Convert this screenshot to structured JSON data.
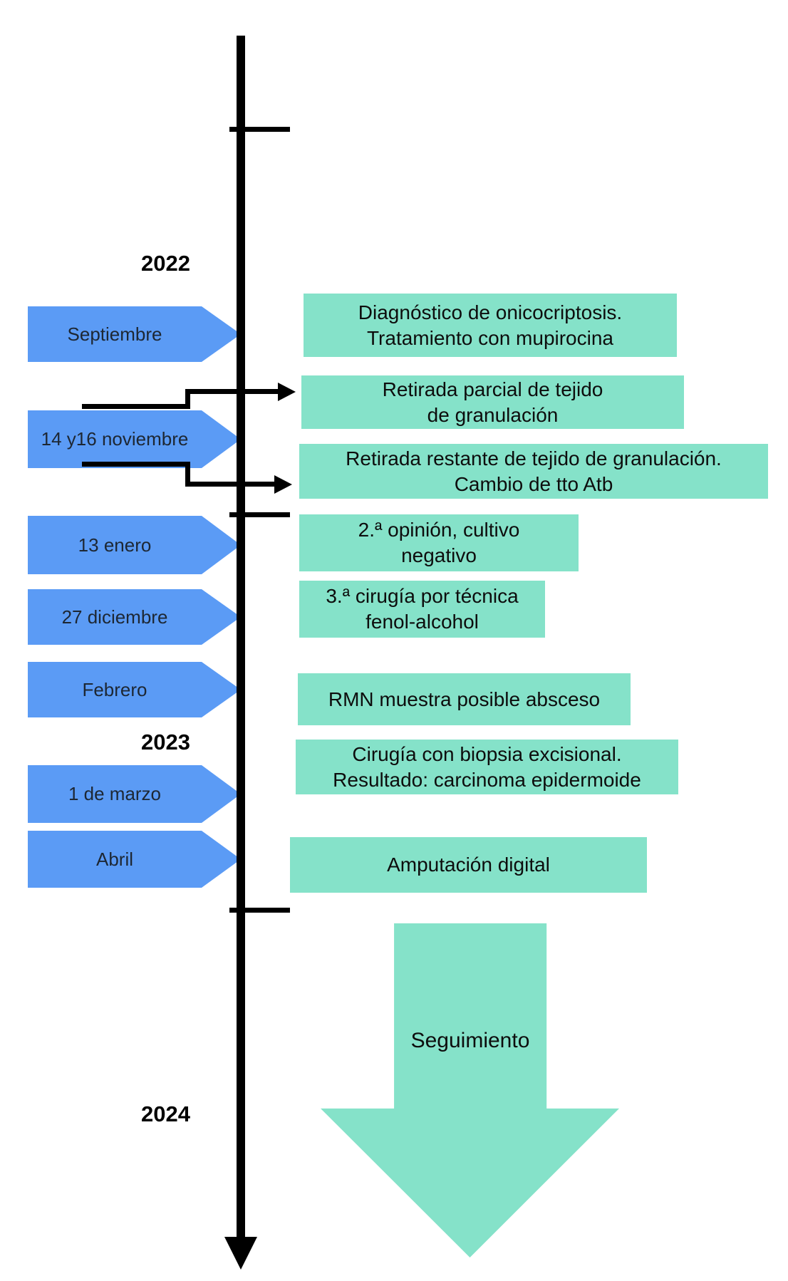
{
  "years": {
    "y2022": "2022",
    "y2023": "2023",
    "y2024": "2024"
  },
  "dates": [
    {
      "label": "Septiembre"
    },
    {
      "label": "14 y16 noviembre"
    },
    {
      "label": "13 enero"
    },
    {
      "label": "27 diciembre"
    },
    {
      "label": "Febrero"
    },
    {
      "label": "1 de marzo"
    },
    {
      "label": "Abril"
    }
  ],
  "events": [
    {
      "line1": "Diagnóstico de onicocriptosis.",
      "line2": "Tratamiento con mupirocina"
    },
    {
      "line1": "Retirada parcial de tejido",
      "line2": "de granulación"
    },
    {
      "line1": "Retirada restante de tejido de granulación.",
      "line2": "Cambio de tto Atb"
    },
    {
      "line1": "2.ª opinión, cultivo",
      "line2": "negativo"
    },
    {
      "line1": "3.ª cirugía por técnica",
      "line2": "fenol-alcohol"
    },
    {
      "line1": "RMN muestra posible absceso"
    },
    {
      "line1": "Cirugía con biopsia excisional.",
      "line2": "Resultado: carcinoma epidermoide"
    },
    {
      "line1": "Amputación digital"
    }
  ],
  "followup": {
    "label": "Seguimiento"
  },
  "colors": {
    "date_arrow_blue": "#5b9bf5",
    "event_box_teal": "#85e2c9",
    "followup_arrow_teal": "#85e2c9",
    "timeline_black": "#000000"
  }
}
